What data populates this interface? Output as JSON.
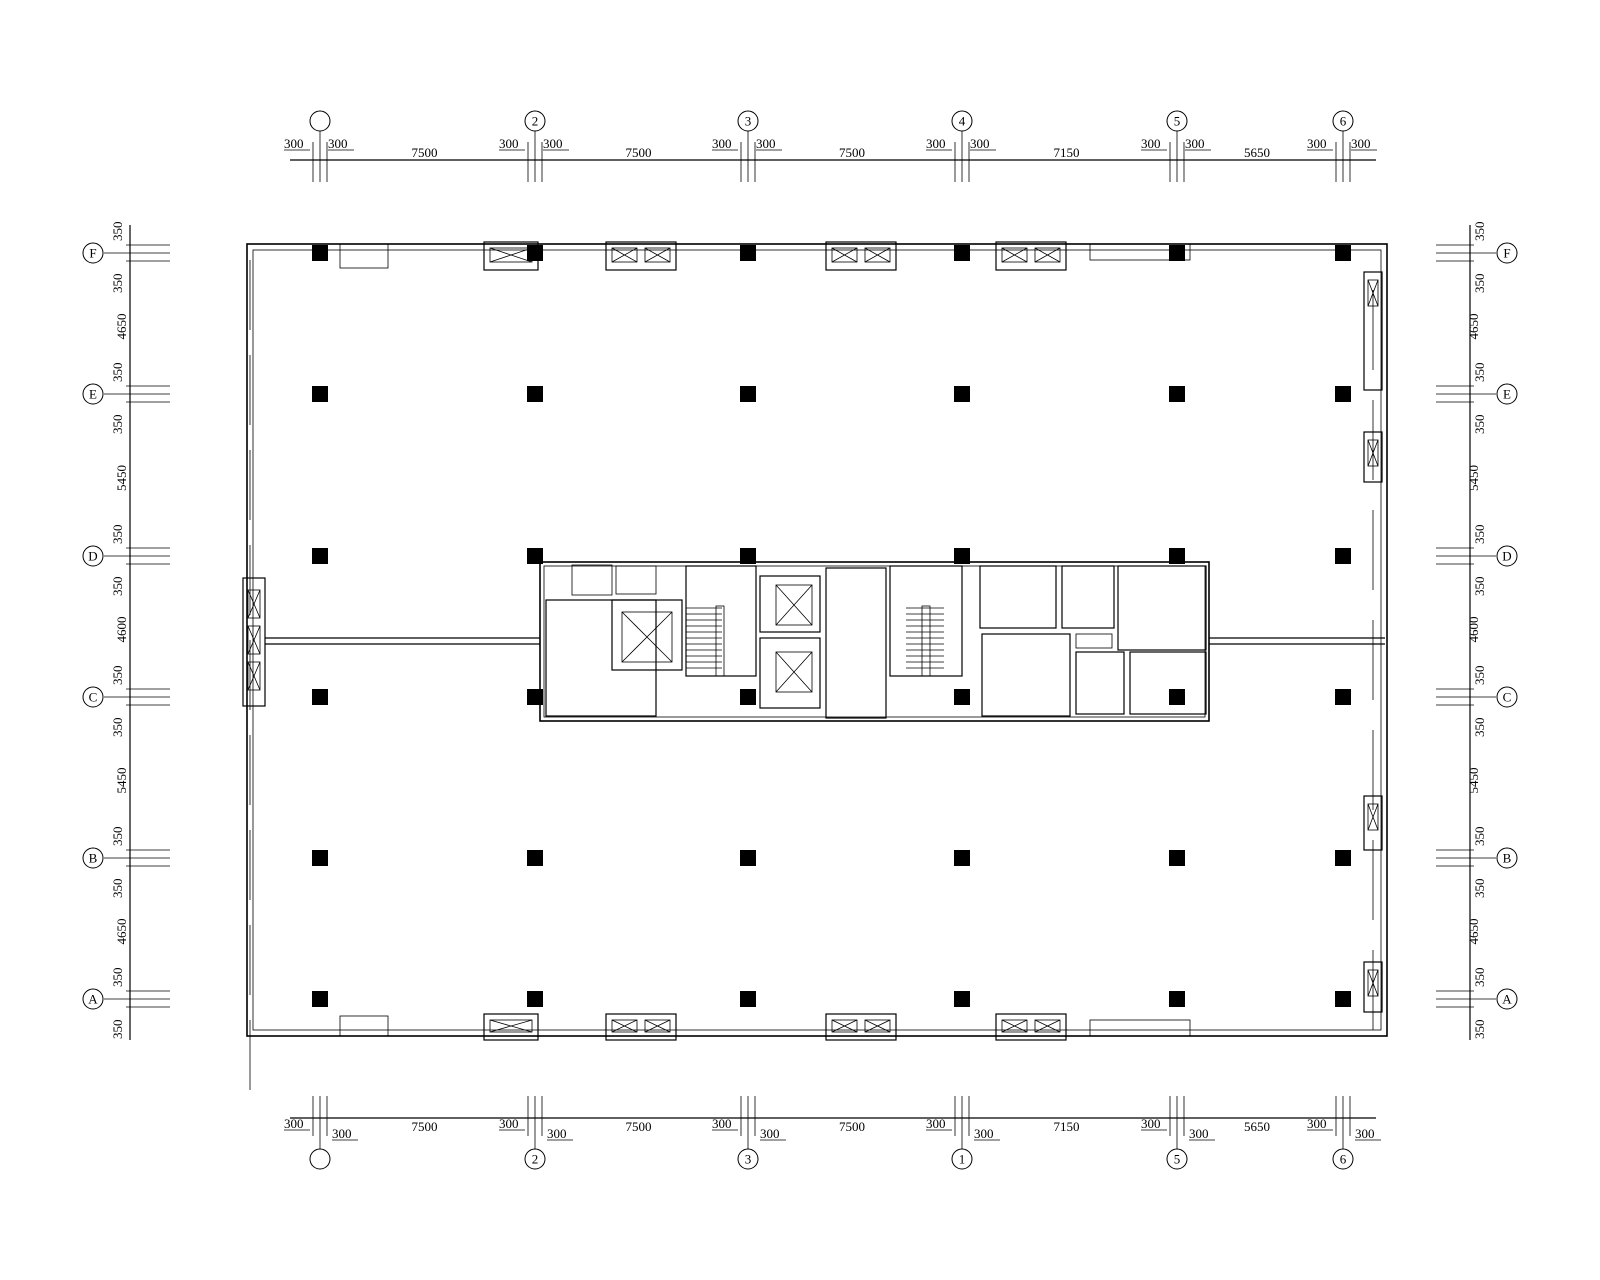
{
  "grid_x_labels_top": [
    "",
    "2",
    "3",
    "4",
    "5",
    "6"
  ],
  "grid_x_labels_bottom": [
    "",
    "2",
    "3",
    "1",
    "5",
    "6"
  ],
  "grid_y_labels": [
    "F",
    "E",
    "D",
    "C",
    "B",
    "A"
  ],
  "top_spans": [
    "7500",
    "7500",
    "7500",
    "7150",
    "5650"
  ],
  "bottom_spans": [
    "7500",
    "7500",
    "7500",
    "7150",
    "5650"
  ],
  "side_spans": [
    "4650",
    "5450",
    "4600",
    "5450",
    "4650"
  ],
  "half_column_width": "300",
  "half_column_depth": "350"
}
